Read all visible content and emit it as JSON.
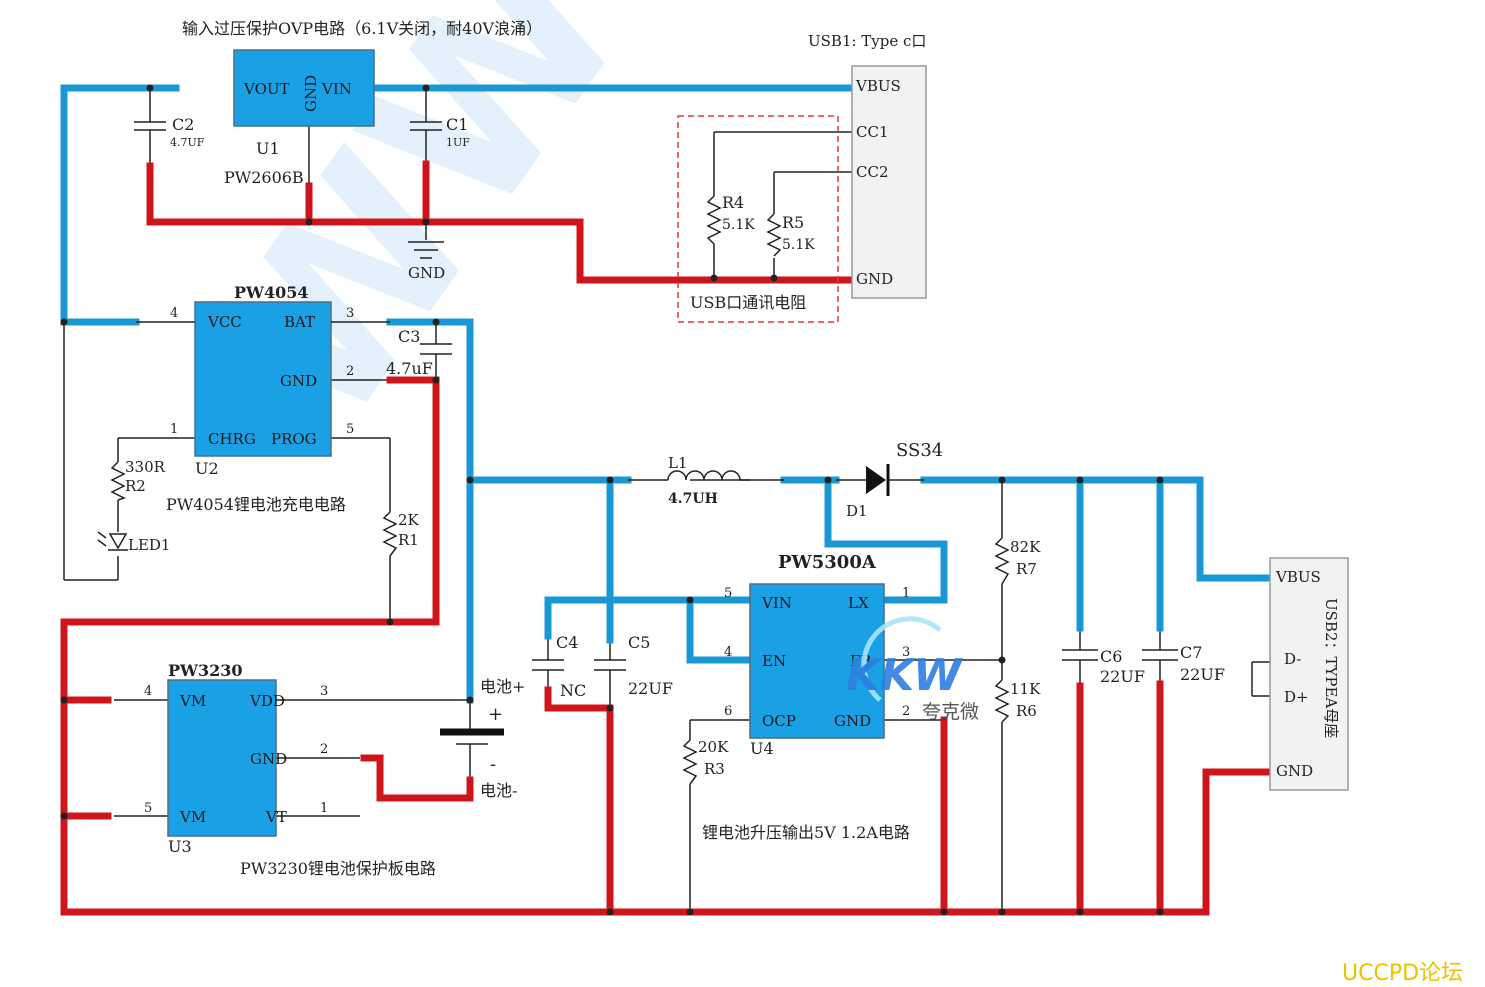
{
  "ovp": {
    "title": "输入过压保护OVP电路（6.1V关闭，耐40V浪涌）",
    "ref": "U1",
    "part": "PW2606B",
    "pin_vout": "VOUT",
    "pin_gnd": "GND",
    "pin_vin": "VIN"
  },
  "c1": {
    "ref": "C1",
    "value": "1UF"
  },
  "c2": {
    "ref": "C2",
    "value": "4.7UF"
  },
  "gnd_label": "GND",
  "usb1": {
    "title": "USB1: Type c口",
    "vbus": "VBUS",
    "cc1": "CC1",
    "cc2": "CC2",
    "gnd": "GND",
    "resistor_box": "USB口通讯电阻"
  },
  "r4": {
    "ref": "R4",
    "value": "5.1K"
  },
  "r5": {
    "ref": "R5",
    "value": "5.1K"
  },
  "charger": {
    "part": "PW4054",
    "ref": "U2",
    "caption": "PW4054锂电池充电电路",
    "pin_vcc": "VCC",
    "pin_bat": "BAT",
    "pin_gnd": "GND",
    "pin_chrg": "CHRG",
    "pin_prog": "PROG",
    "n4": "4",
    "n3": "3",
    "n2": "2",
    "n1": "1",
    "n5": "5"
  },
  "c3": {
    "ref": "C3",
    "value": "4.7uF"
  },
  "r2": {
    "ref": "R2",
    "value": "330R"
  },
  "led1": {
    "ref": "LED1"
  },
  "r1": {
    "ref": "R1",
    "value": "2K"
  },
  "protect": {
    "part": "PW3230",
    "ref": "U3",
    "caption": "PW3230锂电池保护板电路",
    "pin_vm1": "VM",
    "pin_vdd": "VDD",
    "pin_gnd": "GND",
    "pin_vm2": "VM",
    "pin_vt": "VT",
    "n4": "4",
    "n3": "3",
    "n2": "2",
    "n5": "5",
    "n1": "1"
  },
  "battery": {
    "plus_label": "电池+",
    "minus_label": "电池-",
    "plus": "+",
    "minus": "-"
  },
  "l1": {
    "ref": "L1",
    "value": "4.7UH"
  },
  "d1": {
    "ref": "D1",
    "part": "SS34"
  },
  "boost": {
    "part": "PW5300A",
    "ref": "U4",
    "caption": "锂电池升压输出5V 1.2A电路",
    "pin_vin": "VIN",
    "pin_lx": "LX",
    "pin_en": "EN",
    "pin_fb": "FB",
    "pin_ocp": "OCP",
    "pin_gnd": "GND",
    "n5": "5",
    "n1": "1",
    "n4": "4",
    "n3": "3",
    "n6": "6",
    "n2": "2"
  },
  "c4": {
    "ref": "C4",
    "value": "NC"
  },
  "c5": {
    "ref": "C5",
    "value": "22UF"
  },
  "c6": {
    "ref": "C6",
    "value": "22UF"
  },
  "c7": {
    "ref": "C7",
    "value": "22UF"
  },
  "r3": {
    "ref": "R3",
    "value": "20K"
  },
  "r6": {
    "ref": "R6",
    "value": "11K"
  },
  "r7": {
    "ref": "R7",
    "value": "82K"
  },
  "usb2": {
    "title": "USB2：TYPEA母座",
    "vbus": "VBUS",
    "dminus": "D-",
    "dplus": "D+",
    "gnd": "GND"
  },
  "watermarks": {
    "big": "WWW.P",
    "logo": "KKW",
    "logo_cn": "夸克微",
    "forum": "UCCPD论坛"
  },
  "colors": {
    "power_net": "#1a98d6",
    "ground_net": "#d0141c",
    "chip": "#1aa0e4",
    "forum": "#e8c400"
  }
}
